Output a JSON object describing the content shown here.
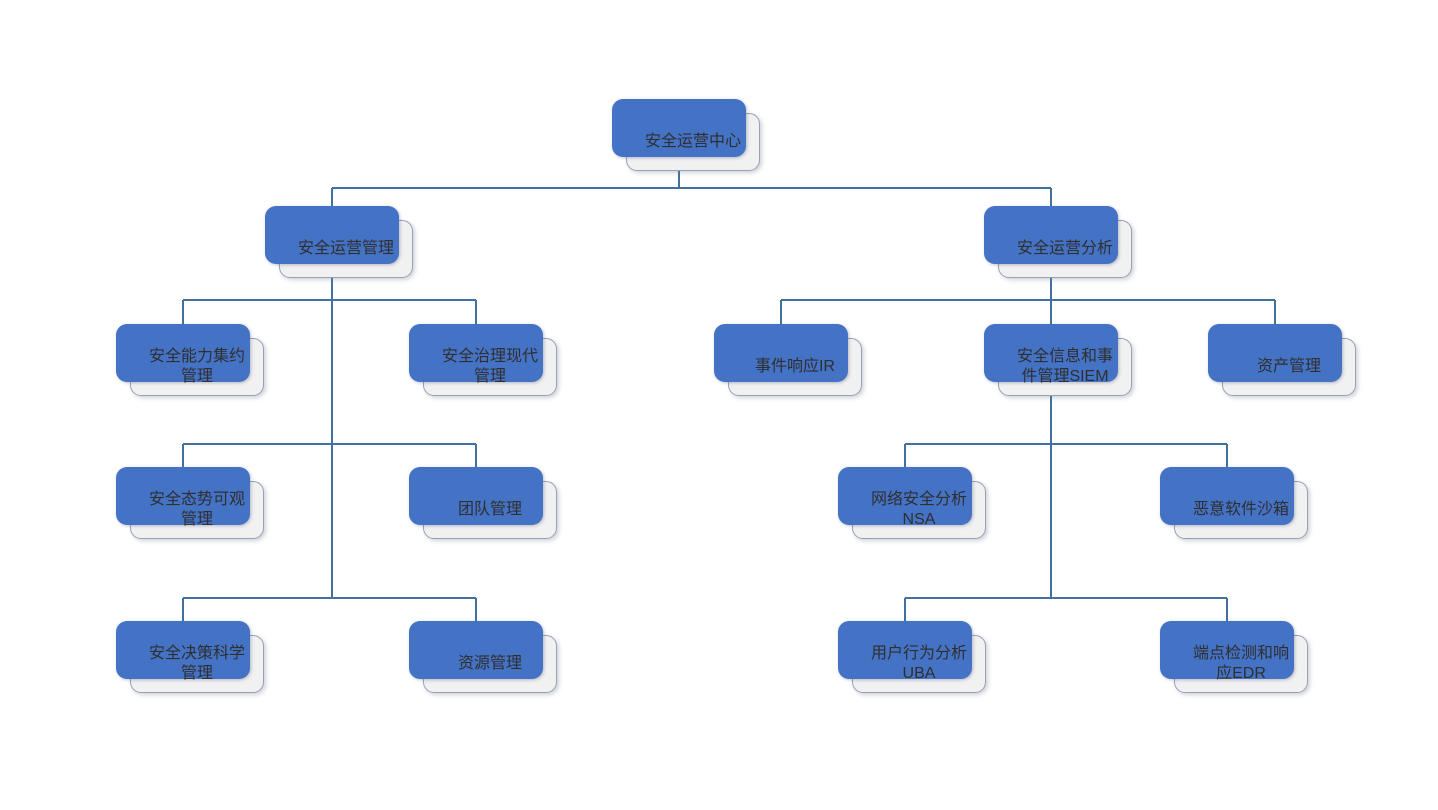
{
  "diagram_type": "org-chart",
  "colors": {
    "background": "#ffffff",
    "node_fill": "#f1f1f2",
    "node_border": "#97a1b6",
    "accent_shadow_blue": "#4472c4",
    "connector_line": "#41719c",
    "text": "#2f2f2f"
  },
  "tree": {
    "label": "安全运营中心",
    "children": [
      {
        "label": "安全运营管理",
        "children": [
          {
            "label": "安全能力集约管理"
          },
          {
            "label": "安全治理现代管理"
          },
          {
            "label": "安全态势可观管理"
          },
          {
            "label": "团队管理"
          },
          {
            "label": "安全决策科学管理"
          },
          {
            "label": "资源管理"
          }
        ]
      },
      {
        "label": "安全运营分析",
        "children": [
          {
            "label": "事件响应IR"
          },
          {
            "label": "安全信息和事件管理SIEM",
            "children": [
              {
                "label": "网络安全分析NSA"
              },
              {
                "label": "恶意软件沙箱"
              },
              {
                "label": "用户行为分析UBA"
              },
              {
                "label": "端点检测和响应EDR"
              }
            ]
          },
          {
            "label": "资产管理"
          }
        ]
      }
    ]
  }
}
